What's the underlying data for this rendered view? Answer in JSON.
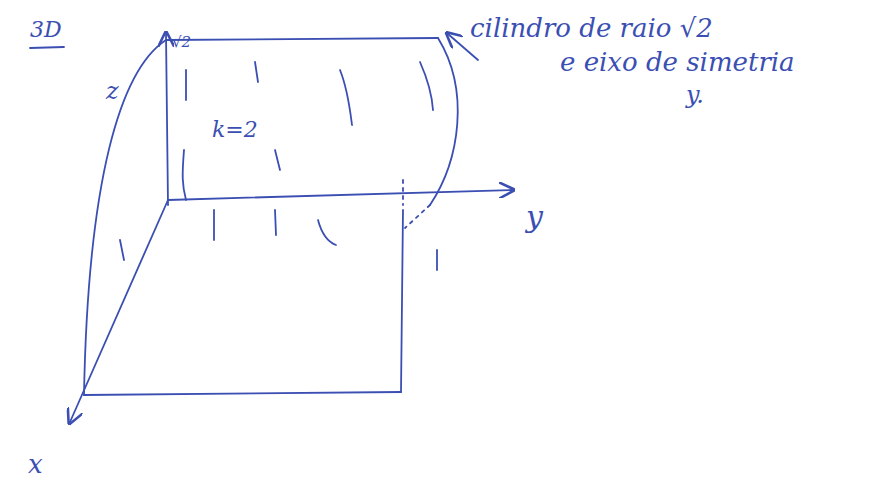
{
  "diagram": {
    "labels": [
      "3D",
      "z",
      "√2",
      "k=2",
      "y",
      "x",
      "cilindro de raio √2",
      "e eixo de simetria",
      "y."
    ]
  }
}
